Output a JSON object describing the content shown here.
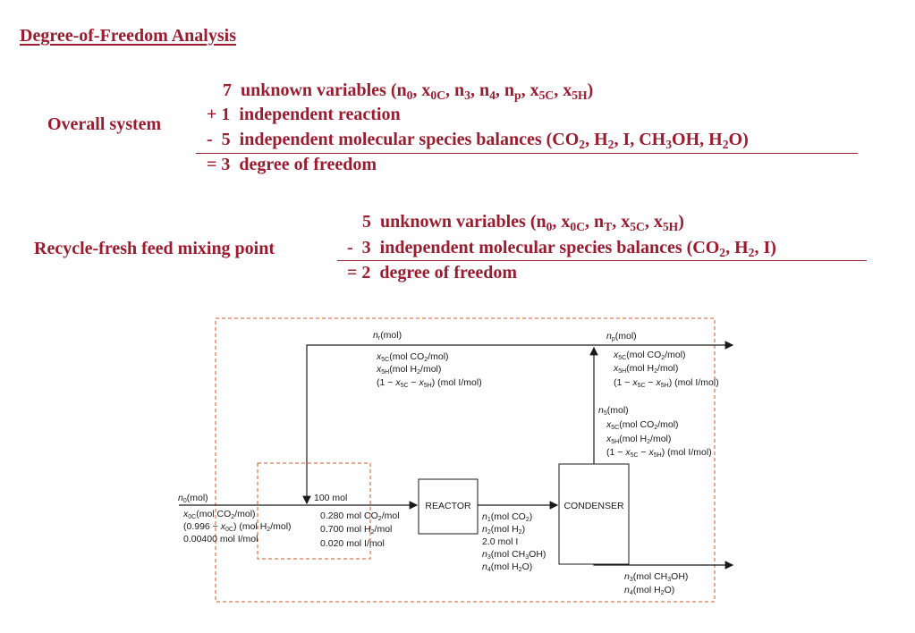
{
  "heading": "Degree-of-Freedom Analysis",
  "overall": {
    "label": "Overall system",
    "lines": [
      {
        "prefix": "7",
        "text": "unknown variables (n",
        "vars": [
          "0",
          ", x",
          "0C",
          ", n",
          "3",
          ", n",
          "4",
          ", n",
          "p",
          ", x",
          "5C",
          ", x",
          "5H",
          ")"
        ]
      },
      {
        "prefix": "+ 1",
        "text": "independent reaction"
      },
      {
        "prefix": "- 5",
        "text": "independent molecular species balances (CO",
        "vars": [
          "2",
          ", H",
          "2",
          ", I, CH",
          "3",
          "OH, H",
          "2",
          "O)"
        ]
      },
      {
        "prefix": "= 3",
        "text": "degree of freedom"
      }
    ]
  },
  "mixing": {
    "label": "Recycle-fresh feed mixing point",
    "lines": [
      {
        "prefix": "5",
        "text": "unknown variables (n",
        "vars": [
          "0",
          ", x",
          "0C",
          ", n",
          "T",
          ", x",
          "5C",
          ", x",
          "5H",
          ")"
        ]
      },
      {
        "prefix": "- 3",
        "text": "independent molecular species balances (CO",
        "vars": [
          "2",
          ", H",
          "2",
          ", I)"
        ]
      },
      {
        "prefix": "= 2",
        "text": "degree of freedom"
      }
    ]
  },
  "diagram": {
    "reactor_label": "REACTOR",
    "condenser_label": "CONDENSER",
    "feed": [
      "n0(mol)",
      "x0C(mol CO2/mol)",
      "(0.996 − x0C) (mol H2/mol)",
      "0.00400 mol I/mol"
    ],
    "mixed": [
      "100 mol",
      "0.280 mol CO2/mol",
      "0.700 mol H2/mol",
      "0.020 mol I/mol"
    ],
    "reactor_out": [
      "n1(mol CO2)",
      "n2(mol H2)",
      "2.0 mol I",
      "n3(mol CH3OH)",
      "n4(mol H2O)"
    ],
    "recycle": [
      "nr(mol)",
      "x5C(mol CO2/mol)",
      "x5H(mol H2/mol)",
      "(1 − x5C − x5H) (mol I/mol)"
    ],
    "purge": [
      "np(mol)",
      "x5C(mol CO2/mol)",
      "x5H(mol H2/mol)",
      "(1 − x5C − x5H) (mol I/mol)"
    ],
    "gas": [
      "n5(mol)",
      "x5C(mol CO2/mol)",
      "x5H(mol H2/mol)",
      "(1 − x5C − x5H) (mol I/mol)"
    ],
    "liquid": [
      "n3(mol CH3OH)",
      "n4(mol H2O)"
    ]
  }
}
